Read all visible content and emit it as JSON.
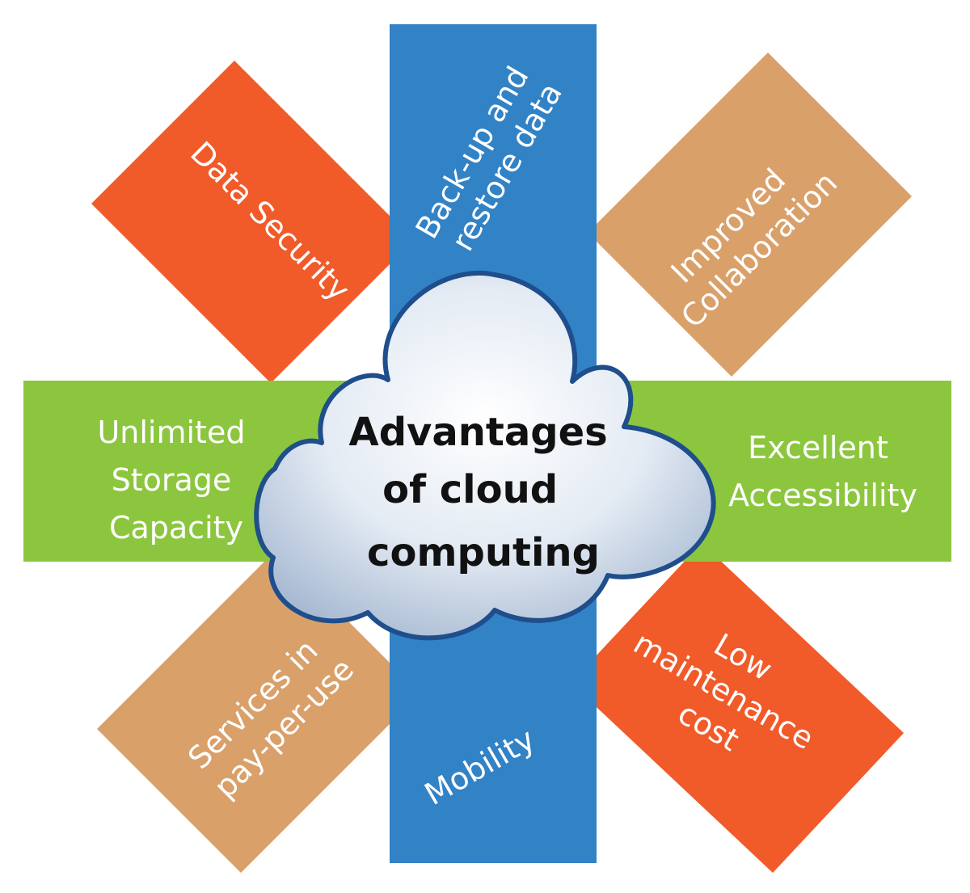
{
  "title": {
    "lines": [
      "Advantages",
      "of cloud",
      "computing"
    ]
  },
  "colors": {
    "blue": "#3282C6",
    "green": "#8CC63F",
    "orange": "#F15A29",
    "tan": "#D9A06A",
    "cloud_outline": "#1F4E8C",
    "cloud_fill_light": "#FFFFFF",
    "cloud_fill_dark": "#B7C6DA"
  },
  "bands": {
    "backup_restore": {
      "line1": "Back-up and",
      "line2": "restore data"
    },
    "mobility": {
      "line1": "Mobility"
    },
    "unlimited_storage": {
      "line1": "Unlimited",
      "line2": "Storage",
      "line3": "Capacity"
    },
    "excellent_accessibility": {
      "line1": "Excellent",
      "line2": "Accessibility"
    },
    "data_security": {
      "line1": "Data Security"
    },
    "improved_collaboration": {
      "line1": "Improved",
      "line2": "Collaboration"
    },
    "pay_per_use": {
      "line1": "Services in",
      "line2": "pay-per-use"
    },
    "low_maintenance": {
      "line1": "Low",
      "line2": "maintenance",
      "line3": "cost"
    }
  }
}
